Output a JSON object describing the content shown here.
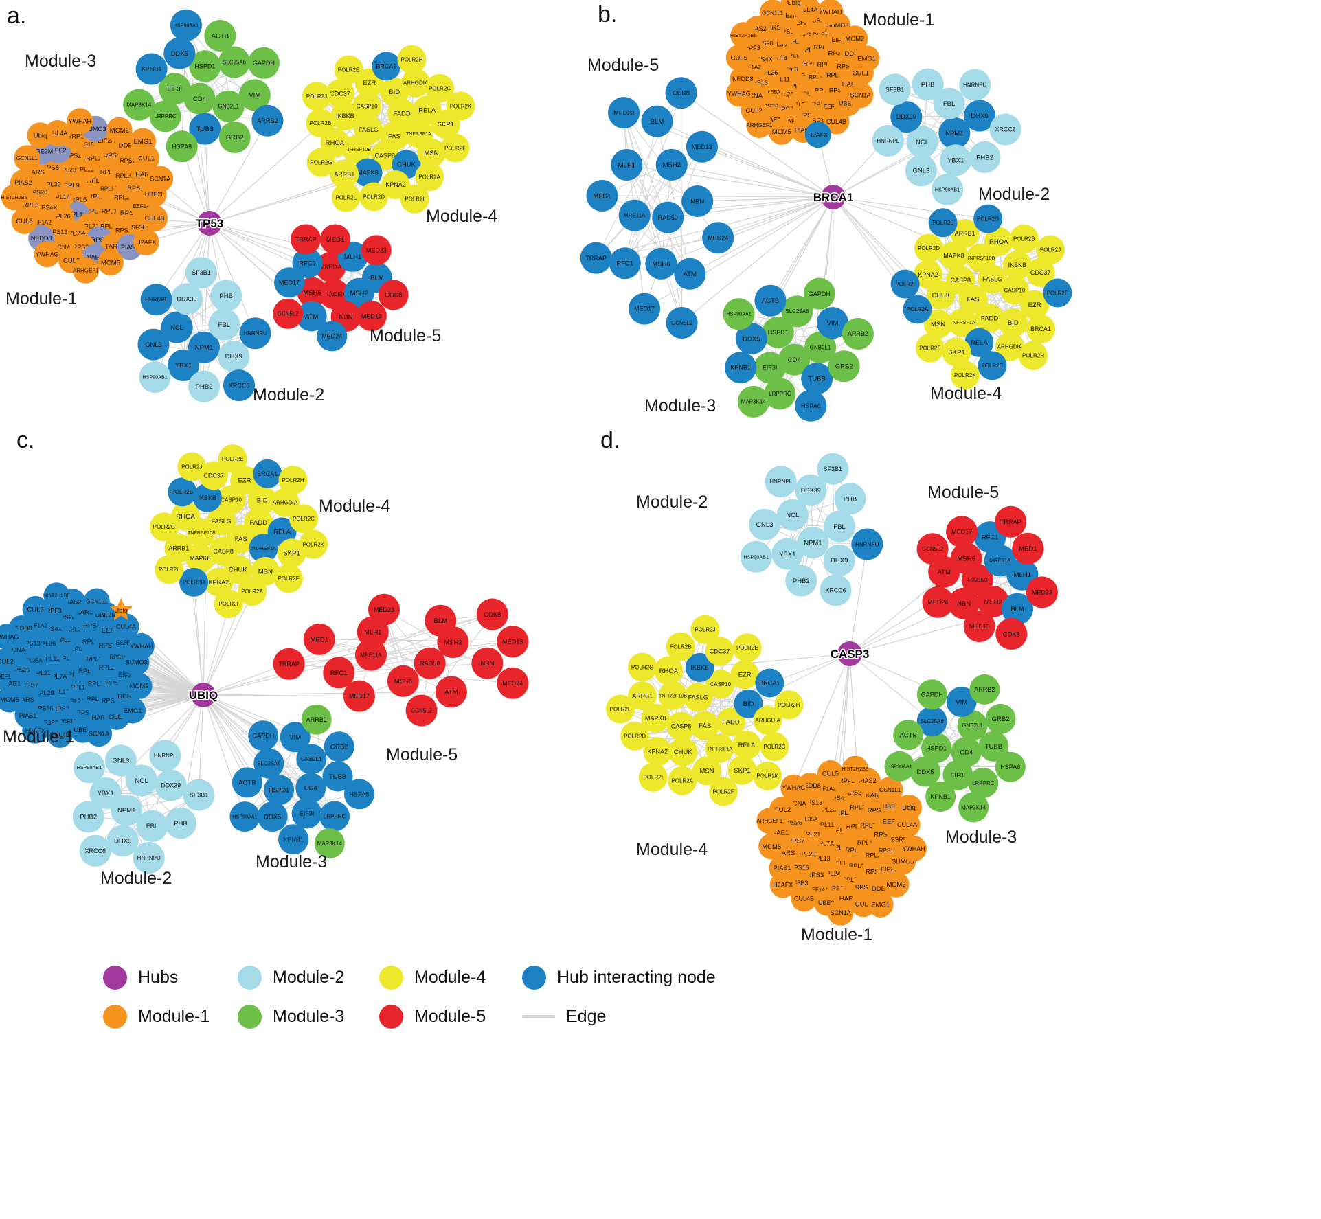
{
  "colors": {
    "hub": "#A23A9E",
    "module1": "#F6921E",
    "module2": "#A5DBE8",
    "module3": "#6CBF47",
    "module4": "#EEE82D",
    "module5": "#E7252B",
    "hub_interacting": "#1D82C4",
    "module1_overlap_blue": "#8B93C3",
    "edge": "#D6D6D6",
    "background": "#FFFFFF"
  },
  "gene_sets": {
    "Module-1": [
      "RPL5",
      "RPL6",
      "RPL7",
      "RPL7A",
      "RPL9",
      "RPL10A",
      "RPL11",
      "RPL12",
      "RPL13",
      "RPL14",
      "RPL18",
      "RPL21",
      "RPL23",
      "RPL24",
      "RPL26",
      "RPL27",
      "RPL29",
      "RPL30",
      "RPL31",
      "RPL35A",
      "RPS2",
      "RPS3",
      "RPS4X",
      "RPS6",
      "RPS7",
      "RPS8",
      "RPS11",
      "RPS13",
      "RPS15A",
      "RPS16",
      "RPS20",
      "RPS23",
      "RPS26",
      "EEF2",
      "EEF1A1",
      "EEF1A2",
      "EIF2A",
      "TARS",
      "KARS",
      "HARS",
      "PCNA",
      "SSRP1",
      "SF3B3",
      "PRPF3",
      "DDB1",
      "NAE1",
      "UBE2M",
      "UBE2I",
      "NEDD8",
      "SUMO3",
      "PIAS1",
      "PIAS2",
      "CUL1",
      "CUL2",
      "CUL4A",
      "CUL4B",
      "CUL5",
      "MCM2",
      "MCM5",
      "GCN1L1",
      "SCN1A",
      "YWHAG",
      "YWHAH",
      "H2AFX",
      "HIST2H2BE",
      "EMG1",
      "ARHGEF1",
      "Ubiq"
    ],
    "Module-2": [
      "NPM1",
      "NCL",
      "FBL",
      "YBX1",
      "DDX39",
      "DHX9",
      "GNL3",
      "PHB",
      "PHB2",
      "HNRNPL",
      "HNRNPU",
      "HSP90AB1",
      "SF3B1",
      "XRCC6"
    ],
    "Module-3": [
      "CD4",
      "HSPD1",
      "GNB2L1",
      "EIF3I",
      "SLC25A6",
      "TUBB",
      "DDX5",
      "VIM",
      "LRPPRC",
      "ACTB",
      "GRB2",
      "KPNB1",
      "GAPDH",
      "HSPA8",
      "HSP90AA1",
      "ARRB2",
      "MAP3K14"
    ],
    "Module-4": [
      "FAS",
      "FASLG",
      "FADD",
      "CASP8",
      "CASP10",
      "TNFRSF1A",
      "TNFRSF10B",
      "BID",
      "CHUK",
      "IKBKB",
      "RELA",
      "MAPK8",
      "EZR",
      "MSN",
      "RHOA",
      "ARHGDIA",
      "KPNA2",
      "CDC37",
      "SKP1",
      "ARRB1",
      "BRCA1",
      "POLR2A",
      "POLR2B",
      "POLR2C",
      "POLR2D",
      "POLR2E",
      "POLR2F",
      "POLR2G",
      "POLR2H",
      "POLR2I",
      "POLR2J",
      "POLR2K",
      "POLR2L"
    ],
    "Module-5": [
      "RAD50",
      "MRE11A",
      "MSH2",
      "MSH6",
      "MLH1",
      "NBN",
      "RFC1",
      "BLM",
      "ATM",
      "MED1",
      "MED13",
      "MED17",
      "MED23",
      "MED24",
      "TRRAP",
      "CDK8",
      "GCN5L2"
    ]
  },
  "panels": [
    {
      "letter": "a.",
      "hub": "TP53",
      "modules": [
        {
          "name": "Module-1",
          "blue": [
            "RPL11",
            "UBE2M",
            "NEDD8",
            "PIAS1",
            "EEF2",
            "RPS7",
            "NAE1",
            "SUMO3"
          ]
        },
        {
          "name": "Module-2",
          "blue": [
            "HNRNPL",
            "XRCC6",
            "NPM1",
            "GNL3",
            "NCL",
            "YBX1",
            "HNRNPU"
          ]
        },
        {
          "name": "Module-3",
          "blue": [
            "TUBB",
            "DDX5",
            "HSP90AA1",
            "ARRB2",
            "KPNB1"
          ]
        },
        {
          "name": "Module-4",
          "blue": [
            "CHUK",
            "MAPK8",
            "BRCA1"
          ]
        },
        {
          "name": "Module-5",
          "blue": [
            "MSH2",
            "MED17",
            "MED24",
            "BLM",
            "ATM",
            "RFC1",
            "MLH1"
          ]
        }
      ]
    },
    {
      "letter": "b.",
      "hub": "BRCA1",
      "modules": [
        {
          "name": "Module-1",
          "blue": [
            "H2AFX"
          ]
        },
        {
          "name": "Module-2",
          "blue": [
            "NPM1",
            "DHX9",
            "DDX39"
          ]
        },
        {
          "name": "Module-3",
          "blue": [
            "TUBB",
            "HSPA8",
            "ACTB",
            "VIM",
            "KPNB1",
            "DDX5"
          ]
        },
        {
          "name": "Module-4",
          "blue": [
            "POLR2A",
            "POLR2C",
            "POLR2L",
            "POLR2E",
            "POLR2G",
            "POLR2I",
            "RELA"
          ]
        },
        {
          "name": "Module-5",
          "blue": "*"
        }
      ]
    },
    {
      "letter": "c.",
      "hub": "UBIQ",
      "modules": [
        {
          "name": "Module-1",
          "blue": "*",
          "special": {
            "Ubiq": "star"
          }
        },
        {
          "name": "Module-2",
          "blue": []
        },
        {
          "name": "Module-3",
          "blue": [
            "CD4",
            "HSPD1",
            "GNB2L1",
            "EIF3I",
            "SLC25A6",
            "TUBB",
            "DDX5",
            "VIM",
            "LRPPRC",
            "ACTB",
            "GRB2",
            "KPNB1",
            "GAPDH",
            "HSPA8",
            "HSP90AA1"
          ]
        },
        {
          "name": "Module-4",
          "blue": [
            "BRCA1",
            "IKBKB",
            "RELA",
            "TNFRSF1A",
            "POLR2D",
            "POLR2B"
          ]
        },
        {
          "name": "Module-5",
          "blue": []
        }
      ]
    },
    {
      "letter": "d.",
      "hub": "CASP3",
      "modules": [
        {
          "name": "Module-1",
          "blue": []
        },
        {
          "name": "Module-2",
          "blue": [
            "HNRNPU"
          ]
        },
        {
          "name": "Module-3",
          "blue": [
            "VIM",
            "SLC25A6"
          ]
        },
        {
          "name": "Module-4",
          "blue": [
            "BRCA1",
            "IKBKB",
            "BID"
          ]
        },
        {
          "name": "Module-5",
          "blue": [
            "MRE11A",
            "MLH1",
            "RFC1",
            "BLM"
          ]
        }
      ]
    }
  ],
  "legend": {
    "items": [
      {
        "label": "Hubs",
        "color": "hub",
        "swatch": "circle"
      },
      {
        "label": "Module-2",
        "color": "module2",
        "swatch": "circle"
      },
      {
        "label": "Module-4",
        "color": "module4",
        "swatch": "circle"
      },
      {
        "label": "Hub interacting node",
        "color": "hub_interacting",
        "swatch": "circle"
      },
      {
        "label": "Module-1",
        "color": "module1",
        "swatch": "circle"
      },
      {
        "label": "Module-3",
        "color": "module3",
        "swatch": "circle"
      },
      {
        "label": "Module-5",
        "color": "module5",
        "swatch": "circle"
      },
      {
        "label": "Edge",
        "color": "edge",
        "swatch": "line"
      }
    ]
  }
}
